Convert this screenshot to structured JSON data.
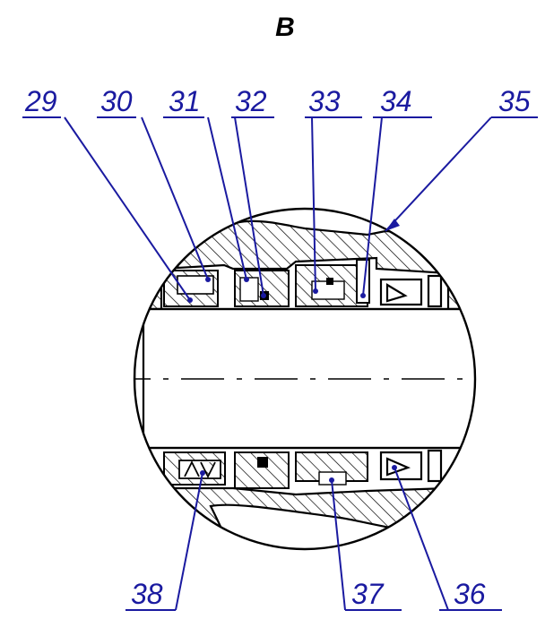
{
  "view_title": "B",
  "top_labels": [
    "29",
    "30",
    "31",
    "32",
    "33",
    "34",
    "35"
  ],
  "bottom_labels": [
    "38",
    "37",
    "36"
  ],
  "colors": {
    "outline": "#000000",
    "leader": "#1a1aa0",
    "background": "#ffffff"
  }
}
